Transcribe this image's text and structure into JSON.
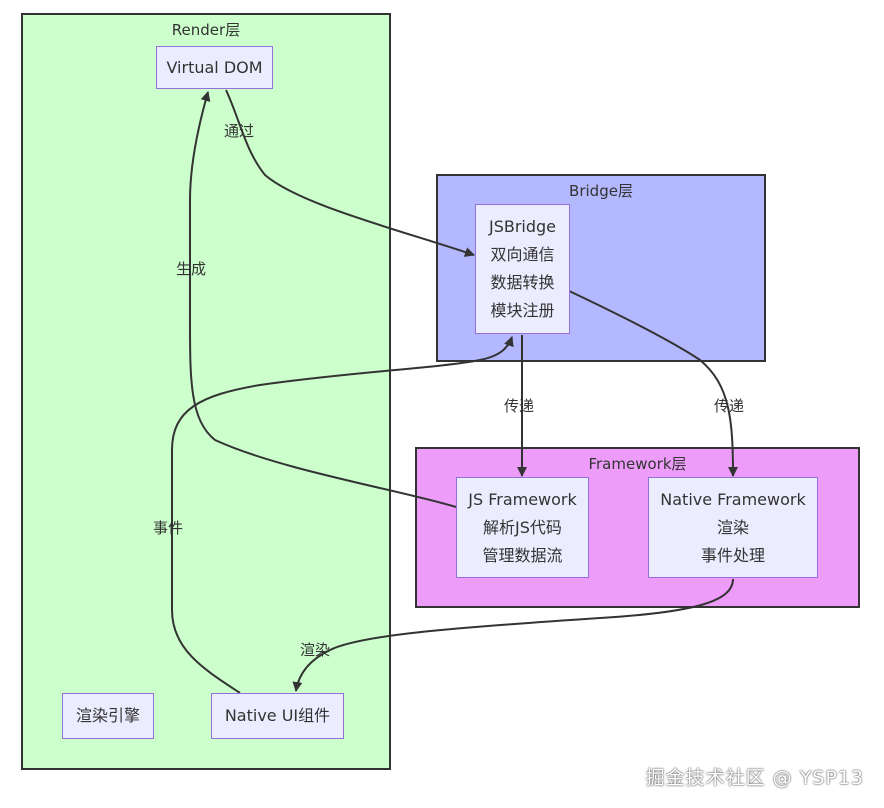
{
  "clusters": {
    "render": {
      "title": "Render层",
      "fill": "#ccffcc"
    },
    "bridge": {
      "title": "Bridge层",
      "fill": "#b3b8ff"
    },
    "framework": {
      "title": "Framework层",
      "fill": "#ee9cfa"
    }
  },
  "nodes": {
    "virtual_dom": {
      "lines": [
        "Virtual DOM"
      ]
    },
    "jsbridge": {
      "lines": [
        "JSBridge",
        "双向通信",
        "数据转换",
        "模块注册"
      ]
    },
    "js_framework": {
      "lines": [
        "JS Framework",
        "解析JS代码",
        "管理数据流"
      ]
    },
    "native_framework": {
      "lines": [
        "Native Framework",
        "渲染",
        "事件处理"
      ]
    },
    "render_engine": {
      "lines": [
        "渲染引擎"
      ]
    },
    "native_ui": {
      "lines": [
        "Native UI组件"
      ]
    }
  },
  "edges": {
    "vdom_to_bridge": "通过",
    "jsfw_to_vdom": "生成",
    "bridge_to_jsfw": "传递",
    "bridge_to_nativefw": "传递",
    "nativeui_to_bridge": "事件",
    "nativefw_to_nativeui": "渲染"
  },
  "watermark": "掘金技术社区 @ YSP13",
  "colors": {
    "node_fill": "#ececff",
    "node_border": "#9370db",
    "line": "#333333"
  }
}
